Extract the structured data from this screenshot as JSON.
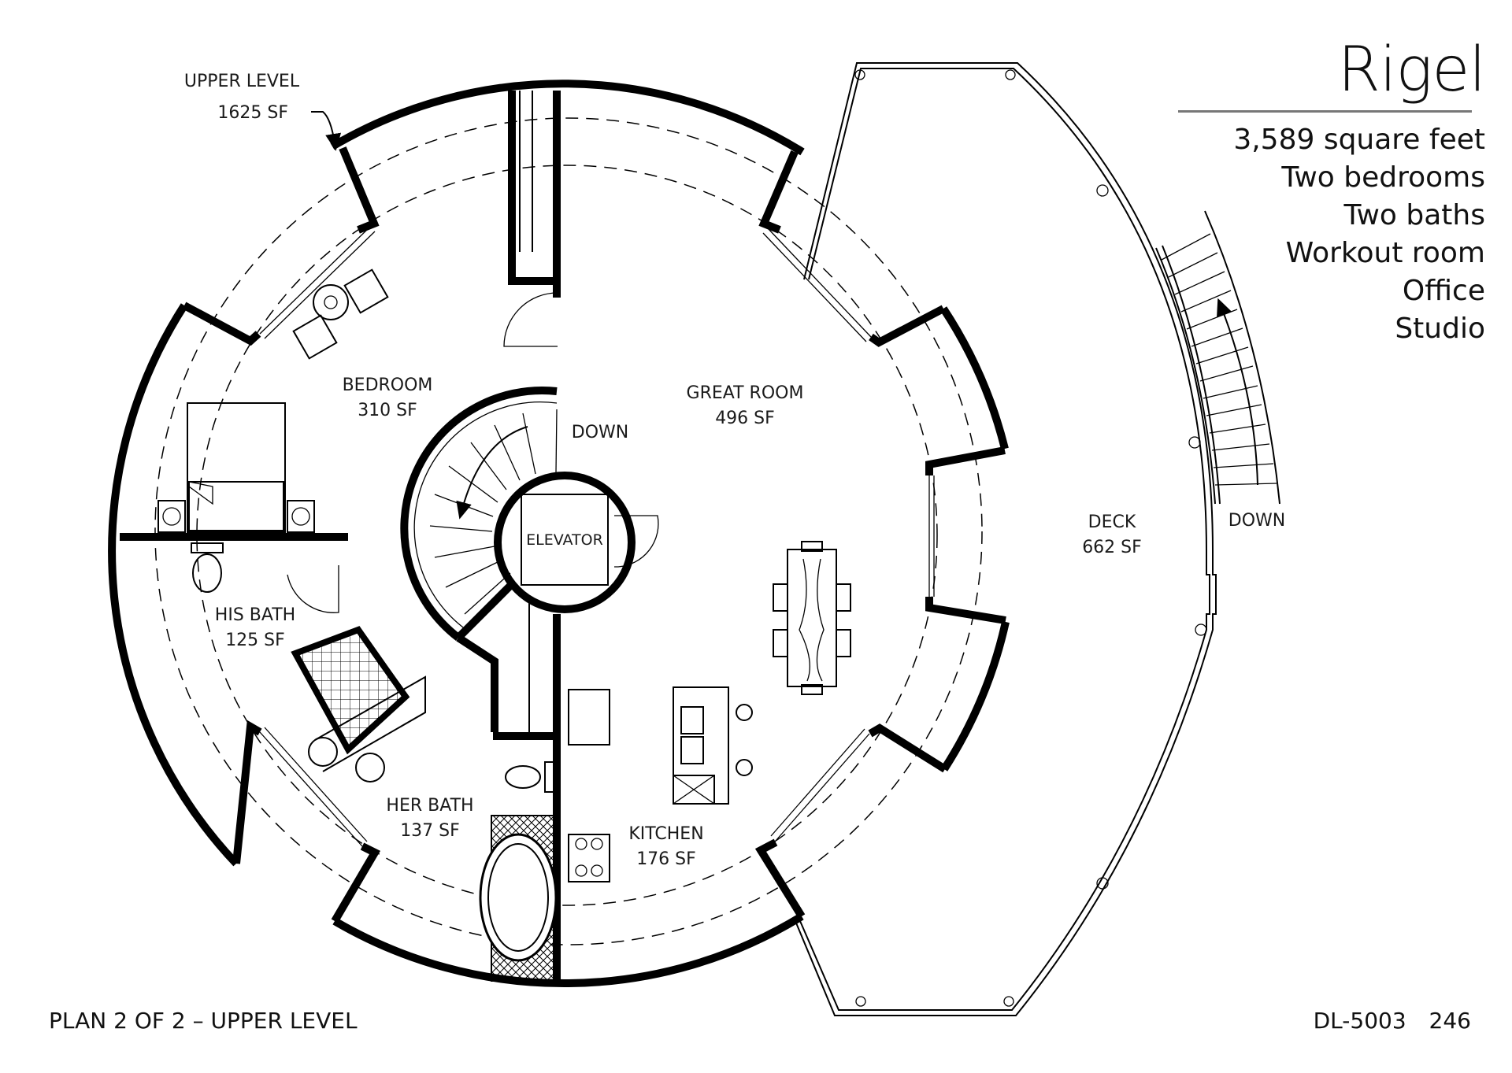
{
  "title": "Rigel",
  "features": [
    "3,589 square feet",
    "Two bedrooms",
    "Two baths",
    "Workout room",
    "Office",
    "Studio"
  ],
  "level_callout": {
    "name": "UPPER LEVEL",
    "area": "1625 SF"
  },
  "rooms": [
    {
      "name": "BEDROOM",
      "area": "310 SF"
    },
    {
      "name": "GREAT ROOM",
      "area": "496 SF"
    },
    {
      "name": "HIS BATH",
      "area": "125 SF"
    },
    {
      "name": "HER BATH",
      "area": "137 SF"
    },
    {
      "name": "KITCHEN",
      "area": "176 SF"
    },
    {
      "name": "DECK",
      "area": "662 SF"
    }
  ],
  "labels": {
    "stair_down": "DOWN",
    "deck_stair_down": "DOWN",
    "elevator": "ELEVATOR"
  },
  "footer": {
    "plan": "PLAN 2 OF 2 – UPPER LEVEL",
    "drawing_id": "DL-5003",
    "page": "246"
  }
}
